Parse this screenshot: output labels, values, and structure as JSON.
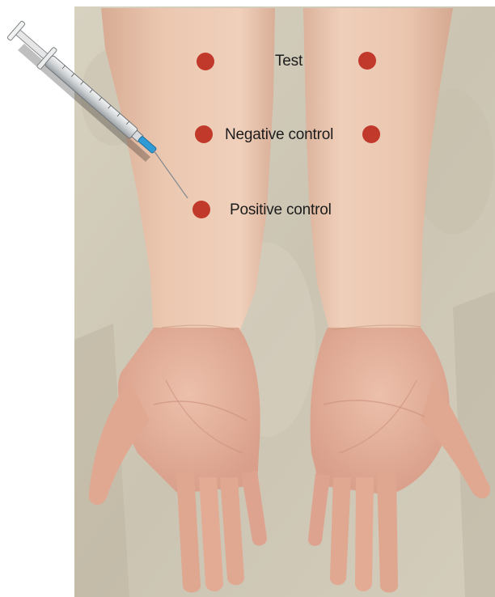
{
  "labels": {
    "test": "Test",
    "negative_control": "Negative control",
    "positive_control": "Positive control"
  },
  "colors": {
    "injection_dot": "#c0392b",
    "skin": "#e6bfa4",
    "palm": "#e2aa94",
    "background": "#cfc8b6"
  },
  "icons": [
    "syringe-icon"
  ]
}
